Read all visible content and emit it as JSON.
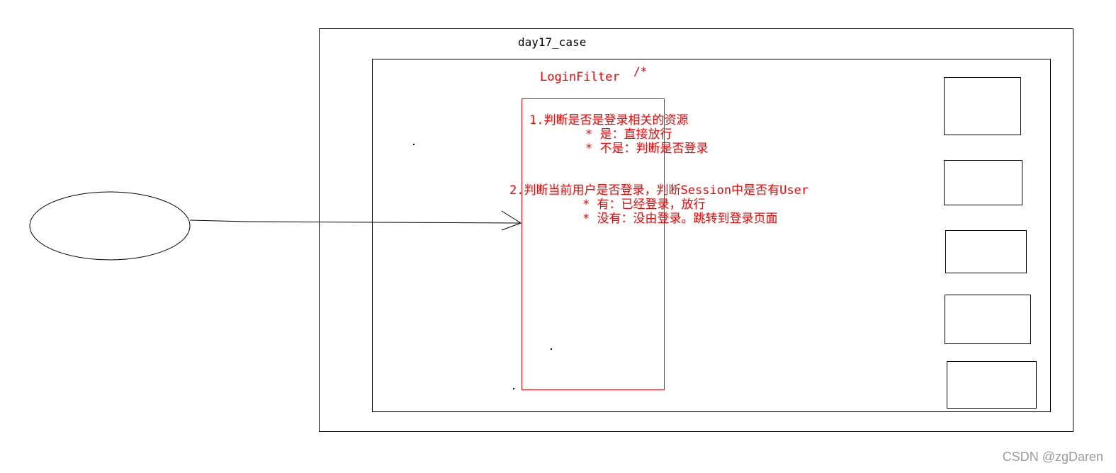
{
  "diagram": {
    "app_name": "day17_case",
    "filter": {
      "name": "LoginFilter",
      "mapping": "/*",
      "step1": {
        "title": "1.判断是否是登录相关的资源",
        "yes": "* 是：直接放行",
        "no": "* 不是：判断是否登录"
      },
      "step2": {
        "title": "2.判断当前用户是否登录，判断Session中是否有User",
        "yes": "* 有：已经登录，放行",
        "no": "* 没有：没由登录。跳转到登录页面"
      }
    },
    "colors": {
      "filter": "#ff0000",
      "lines": "#000000"
    }
  },
  "watermark": "CSDN @zgDaren"
}
